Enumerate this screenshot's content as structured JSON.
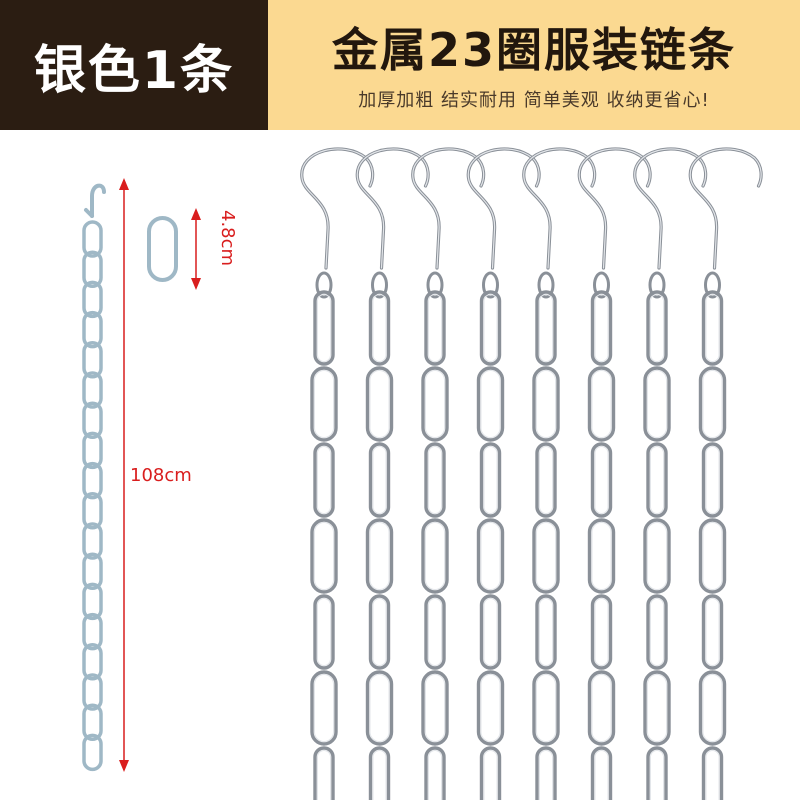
{
  "badge": {
    "text": "银色1条"
  },
  "title": {
    "text": "金属23圈服装链条"
  },
  "subtitle": {
    "text": "加厚加粗 结实耐用 简单美观 收纳更省心!"
  },
  "dimensions": {
    "link_height_label": "4.8cm",
    "total_length_label": "108cm"
  },
  "colors": {
    "badge_bg": "#2b1d12",
    "title_bg": "#fbd991",
    "diagram_chain": "#9fb8c6",
    "dimension_line": "#d91e1e",
    "metal": "#b9bec4"
  },
  "product": {
    "chain_count": 8
  }
}
